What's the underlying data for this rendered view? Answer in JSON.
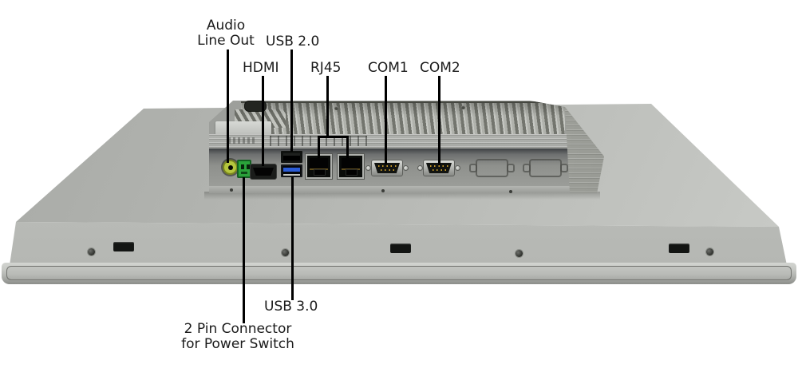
{
  "figure_labels": {
    "audio": {
      "line1": "Audio",
      "line2": "Line Out"
    },
    "usb2": "USB 2.0",
    "hdmi": "HDMI",
    "rj45": "RJ45",
    "com1": "COM1",
    "com2": "COM2",
    "usb3": "USB 3.0",
    "power": {
      "line1": "2 Pin Connector",
      "line2": "for Power Switch"
    }
  },
  "ports": [
    {
      "name": "audio-line-out-jack"
    },
    {
      "name": "2-pin-power-connector"
    },
    {
      "name": "hdmi-port"
    },
    {
      "name": "usb-2-0-port"
    },
    {
      "name": "usb-3-0-port"
    },
    {
      "name": "rj45-port-1"
    },
    {
      "name": "rj45-port-2"
    },
    {
      "name": "com1-port"
    },
    {
      "name": "com2-port"
    },
    {
      "name": "db9-knockout-1"
    },
    {
      "name": "db9-knockout-2"
    }
  ],
  "colors": {
    "audio_jack_ring": "#b5c63e",
    "power_connector_green": "#2aa23a",
    "usb3_blue": "#2b5cd6",
    "device_gray": "#b6b8b4",
    "label_text": "#1a1a1a",
    "leader_line": "#000000"
  }
}
